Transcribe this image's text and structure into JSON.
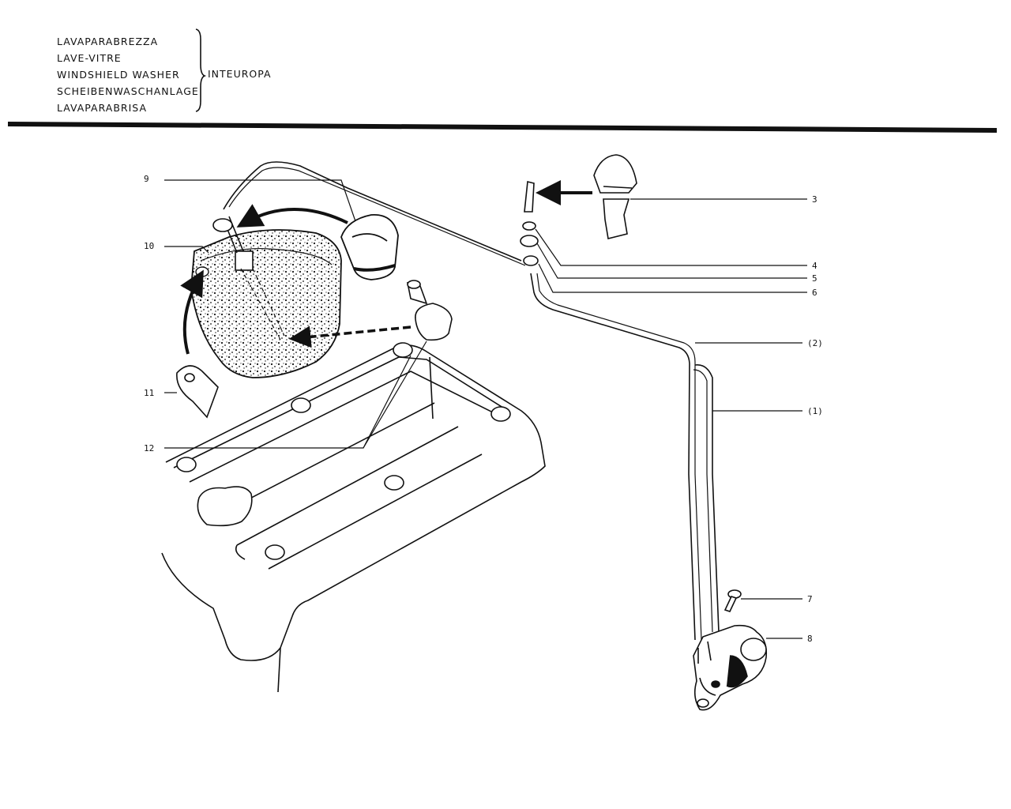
{
  "title_lines": [
    "LAVAPARABREZZA",
    "LAVE-VITRE",
    "WINDSHIELD WASHER",
    "SCHEIBENWASCHANLAGE",
    "LAVAPARABRISA"
  ],
  "brace_label": "INTEUROPA",
  "callouts": {
    "c9": "9",
    "c10": "10",
    "c11": "11",
    "c12": "12",
    "c3": "3",
    "c4": "4",
    "c5": "5",
    "c6": "6",
    "c2": "(2)",
    "c1": "(1)",
    "c7": "7",
    "c8": "8"
  },
  "colors": {
    "ink": "#111111",
    "paper": "#ffffff"
  }
}
